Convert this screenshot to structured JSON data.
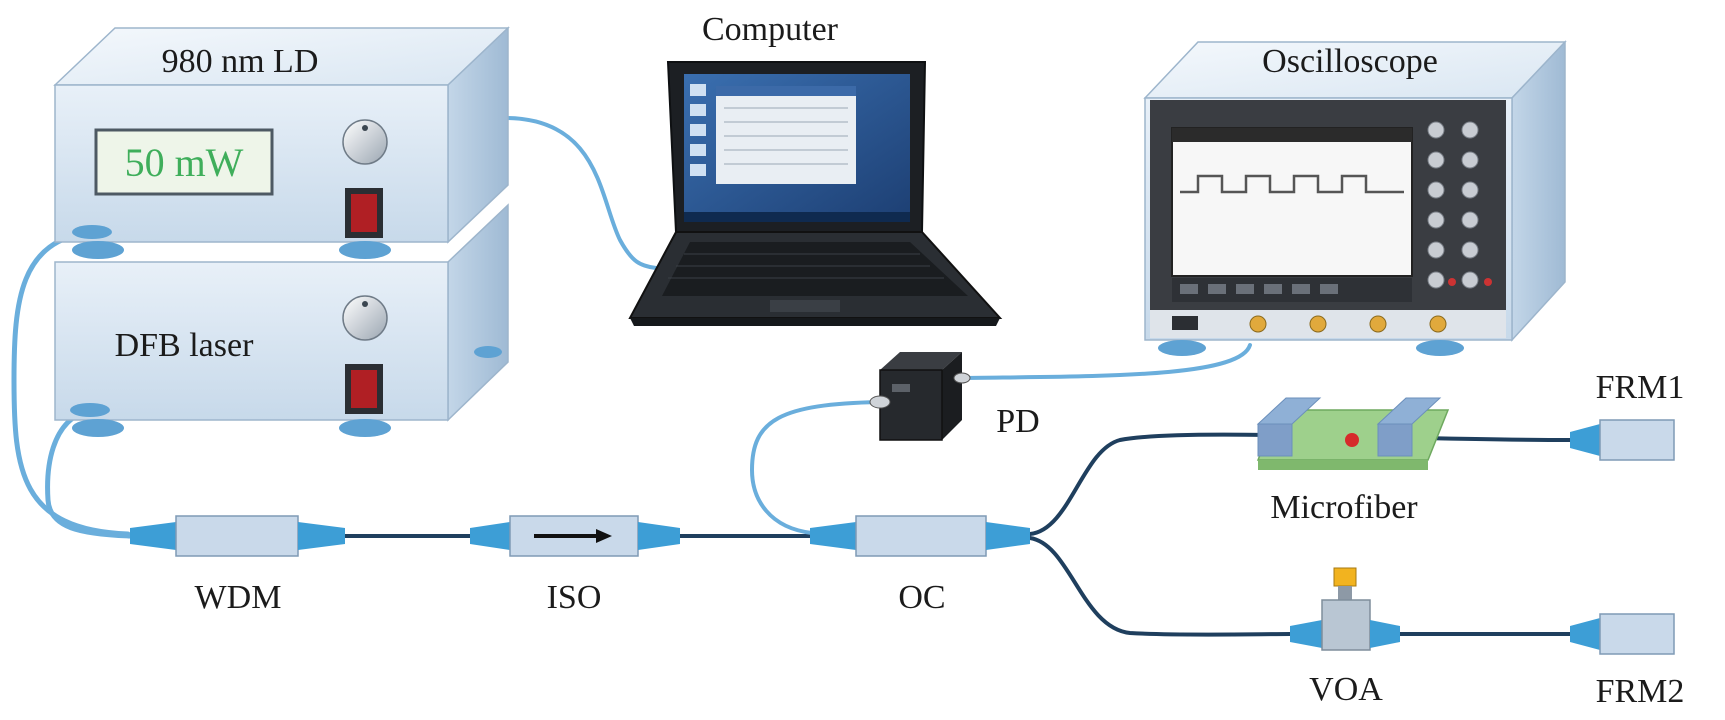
{
  "labels": {
    "ld": "980 nm LD",
    "ld_display": "50 mW",
    "dfb": "DFB laser",
    "computer": "Computer",
    "oscilloscope": "Oscilloscope",
    "pd": "PD",
    "wdm": "WDM",
    "iso": "ISO",
    "oc": "OC",
    "microfiber": "Microfiber",
    "voa": "VOA",
    "frm1": "FRM1",
    "frm2": "FRM2"
  },
  "colors": {
    "fiber_blue": "#62a9d9",
    "fiber_dark": "#1f3f5e",
    "box_front": "#dbe7f3",
    "box_top": "#edf3f9",
    "box_side": "#b7cde2",
    "display_text": "#3fae5b",
    "power_switch": "#b01f24"
  }
}
